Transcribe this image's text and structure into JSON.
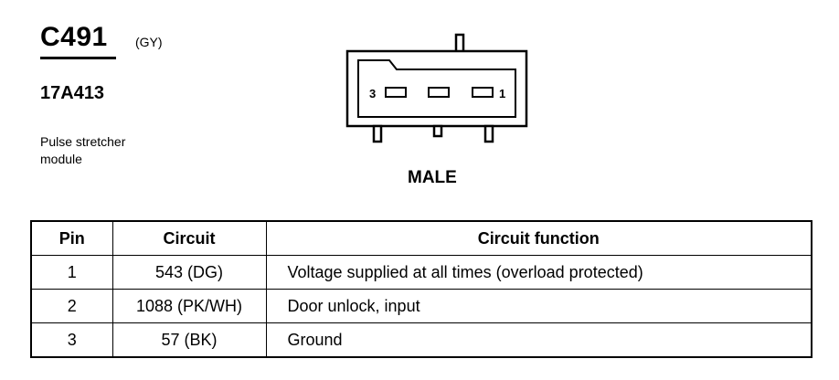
{
  "connector": {
    "id": "C491",
    "color_code": "(GY)",
    "part_number": "17A413",
    "description_line1": "Pulse stretcher",
    "description_line2": "module"
  },
  "diagram": {
    "gender": "MALE",
    "pin_label_left": "3",
    "pin_label_right": "1"
  },
  "table": {
    "headers": [
      "Pin",
      "Circuit",
      "Circuit function"
    ],
    "rows": [
      [
        "1",
        "543 (DG)",
        "Voltage supplied at all times (overload protected)"
      ],
      [
        "2",
        "1088 (PK/WH)",
        "Door unlock, input"
      ],
      [
        "3",
        "57 (BK)",
        "Ground"
      ]
    ]
  }
}
